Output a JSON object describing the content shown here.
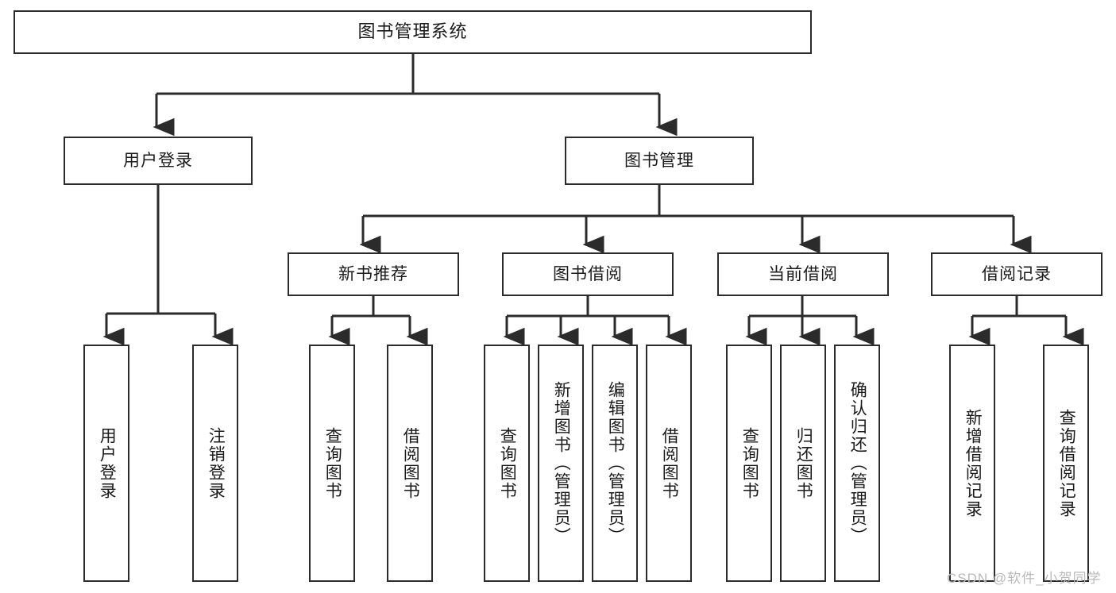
{
  "diagram": {
    "title": "图书管理系统",
    "type": "tree-hierarchy-chart",
    "colors": {
      "stroke": "#2b2b2b",
      "fill": "#ffffff",
      "text": "#1a1a1a",
      "watermark": "#b9b9b9"
    },
    "root": {
      "label": "图书管理系统"
    },
    "level2": [
      {
        "label": "用户登录"
      },
      {
        "label": "图书管理"
      }
    ],
    "level3": [
      {
        "label": "新书推荐"
      },
      {
        "label": "图书借阅"
      },
      {
        "label": "当前借阅"
      },
      {
        "label": "借阅记录"
      }
    ],
    "leaves": {
      "user_login": [
        {
          "label": "用户登录"
        },
        {
          "label": "注销登录"
        }
      ],
      "new_book_recommend": [
        {
          "label": "查询图书"
        },
        {
          "label": "借阅图书"
        }
      ],
      "book_borrow": [
        {
          "label": "查询图书"
        },
        {
          "label": "新增图书（管理员）"
        },
        {
          "label": "编辑图书（管理员）"
        },
        {
          "label": "借阅图书"
        }
      ],
      "current_borrow": [
        {
          "label": "查询图书"
        },
        {
          "label": "归还图书"
        },
        {
          "label": "确认归还（管理员）"
        }
      ],
      "borrow_record": [
        {
          "label": "新增借阅记录"
        },
        {
          "label": "查询借阅记录"
        }
      ]
    }
  },
  "watermark": {
    "text": "CSDN @软件_小贺同学"
  }
}
